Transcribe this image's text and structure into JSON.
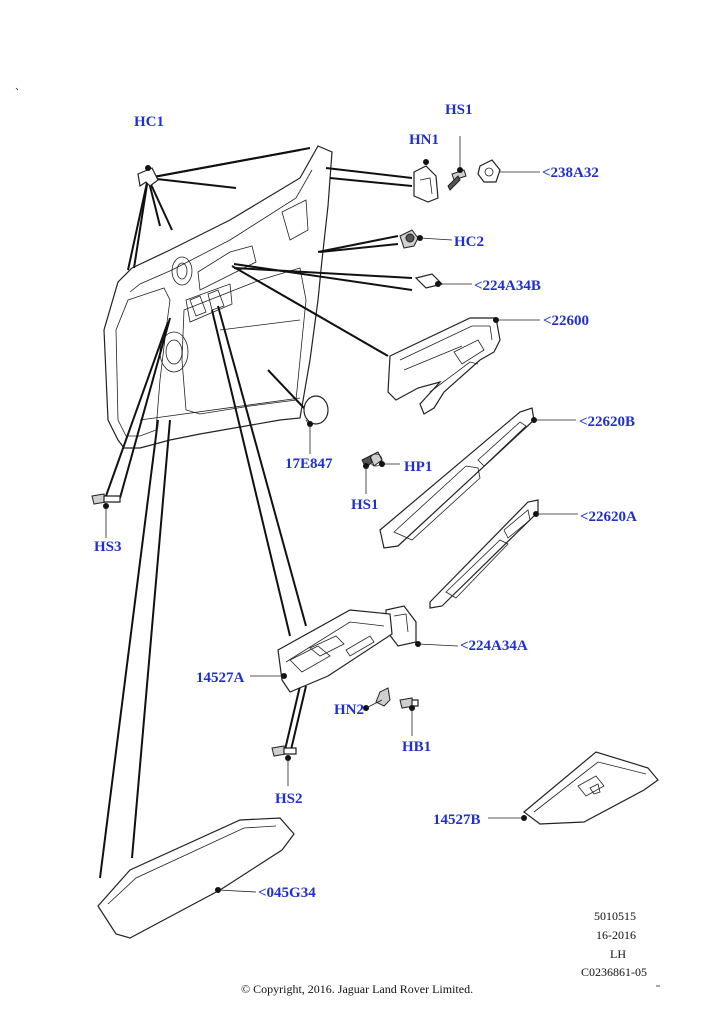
{
  "labels": {
    "hc1": "HC1",
    "hs1_top": "HS1",
    "hn1": "HN1",
    "p238a32": "<238A32",
    "hc2": "HC2",
    "p224a34b": "<224A34B",
    "p22600": "<22600",
    "p22620b": "<22620B",
    "p17e847": "17E847",
    "hp1": "HP1",
    "hs1_mid": "HS1",
    "p22620a": "<22620A",
    "hs3": "HS3",
    "p224a34a": "<224A34A",
    "p14527a": "14527A",
    "hn2": "HN2",
    "hb1": "HB1",
    "hs2": "HS2",
    "p14527b": "14527B",
    "p045g34": "<045G34"
  },
  "meta": {
    "ref": "5010515",
    "date": "16-2016",
    "side": "LH",
    "code": "C0236861-05"
  },
  "copyright": "© Copyright, 2016. Jaguar Land Rover Limited."
}
